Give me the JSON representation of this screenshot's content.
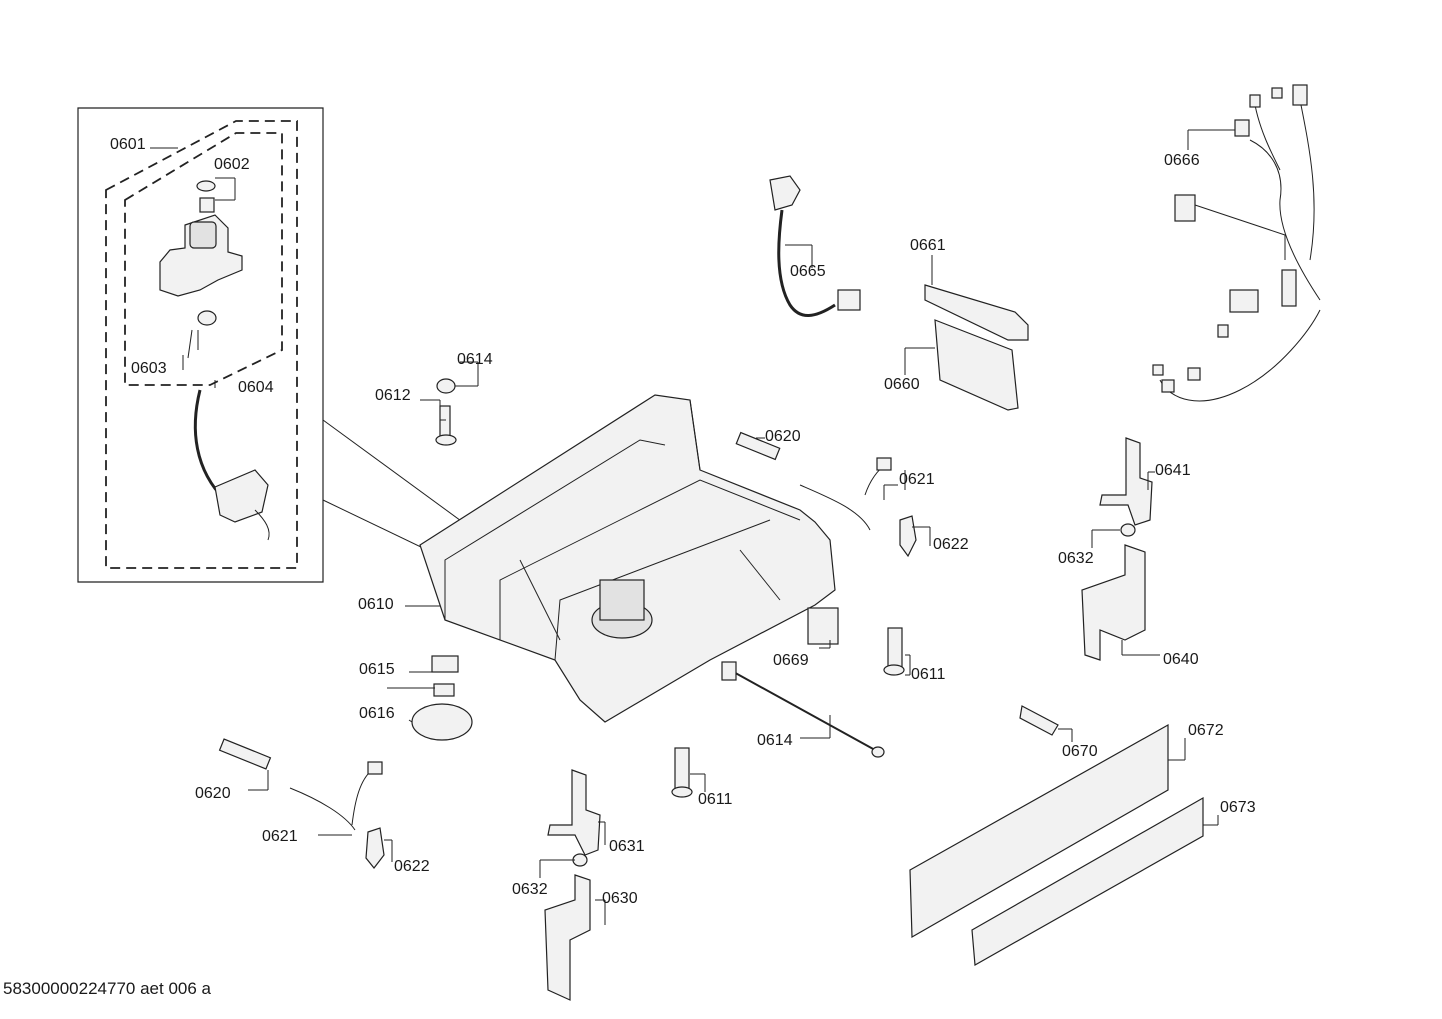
{
  "labels": {
    "p0601": "0601",
    "p0602": "0602",
    "p0603": "0603",
    "p0604": "0604",
    "p0610": "0610",
    "p0611a": "0611",
    "p0611b": "0611",
    "p0612": "0612",
    "p0614a": "0614",
    "p0614b": "0614",
    "p0615": "0615",
    "p0616": "0616",
    "p0620a": "0620",
    "p0620b": "0620",
    "p0621a": "0621",
    "p0621b": "0621",
    "p0622a": "0622",
    "p0622b": "0622",
    "p0630": "0630",
    "p0631": "0631",
    "p0632a": "0632",
    "p0632b": "0632",
    "p0640": "0640",
    "p0641": "0641",
    "p0660": "0660",
    "p0661": "0661",
    "p0665": "0665",
    "p0666": "0666",
    "p0669": "0669",
    "p0670": "0670",
    "p0672": "0672",
    "p0673": "0673"
  },
  "footer": "58300000224770 aet 006 a"
}
